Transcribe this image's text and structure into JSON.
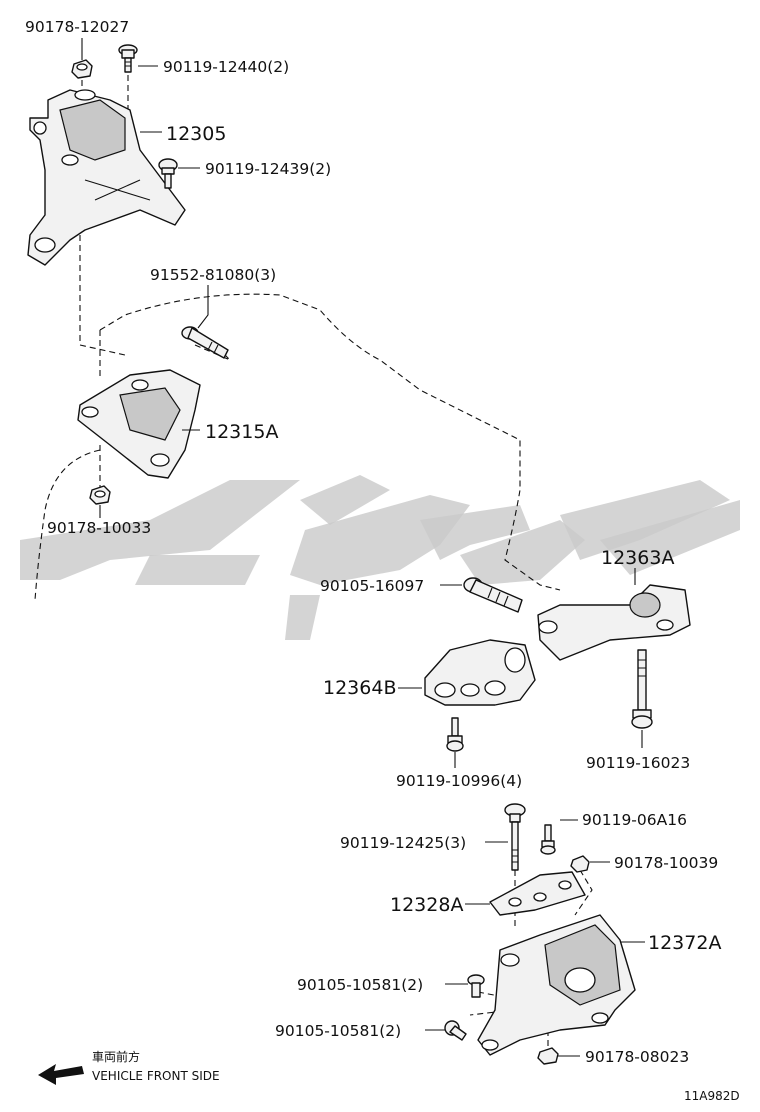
{
  "diagram_code": "11A982D",
  "watermark": "",
  "front_side": {
    "japanese": "車両前方",
    "english": "VEHICLE FRONT SIDE"
  },
  "parts": [
    {
      "id": "p1",
      "label": "90178-12027"
    },
    {
      "id": "p2",
      "label": "90119-12440(2)"
    },
    {
      "id": "p3",
      "label": "12305"
    },
    {
      "id": "p4",
      "label": "90119-12439(2)"
    },
    {
      "id": "p5",
      "label": "91552-81080(3)"
    },
    {
      "id": "p6",
      "label": "12315A"
    },
    {
      "id": "p7",
      "label": "90178-10033"
    },
    {
      "id": "p8",
      "label": "12363A"
    },
    {
      "id": "p9",
      "label": "90105-16097"
    },
    {
      "id": "p10",
      "label": "12364B"
    },
    {
      "id": "p11",
      "label": "90119-10996(4)"
    },
    {
      "id": "p12",
      "label": "90119-16023"
    },
    {
      "id": "p13",
      "label": "90119-06A16"
    },
    {
      "id": "p14",
      "label": "90119-12425(3)"
    },
    {
      "id": "p15",
      "label": "90178-10039"
    },
    {
      "id": "p16",
      "label": "12328A"
    },
    {
      "id": "p17",
      "label": "12372A"
    },
    {
      "id": "p18",
      "label": "90105-10581(2)"
    },
    {
      "id": "p19",
      "label": "90105-10581(2)"
    },
    {
      "id": "p20",
      "label": "90178-08023"
    }
  ]
}
